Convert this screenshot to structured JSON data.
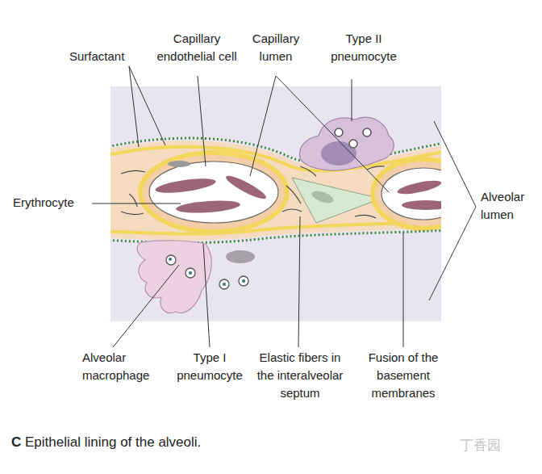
{
  "diagram": {
    "caption": "C Epithelial lining of the alveoli.",
    "labels": [
      "Surfactant",
      "Capillary endothelial cell",
      "Capillary lumen",
      "Type II pneumocyte",
      "Erythrocyte",
      "Alveolar lumen",
      "Alveolar macrophage",
      "Type I pneumocyte",
      "Elastic fibers in the interalveolar septum",
      "Fusion of the basement membranes",
      "丁香园"
    ]
  }
}
